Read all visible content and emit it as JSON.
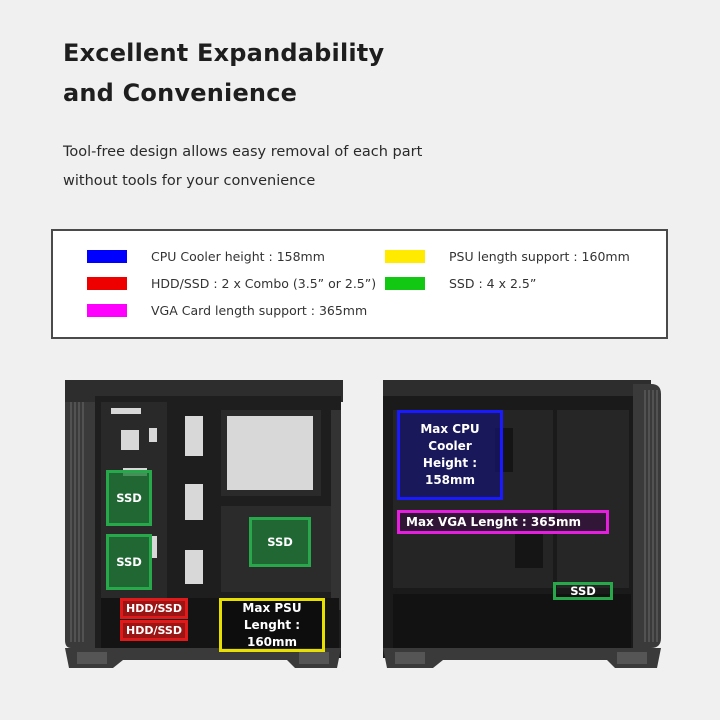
{
  "heading": {
    "line1": "Excellent Expandability",
    "line2": "and Convenience"
  },
  "description": {
    "line1": "Tool-free design allows easy removal of each part",
    "line2": "without tools for your convenience"
  },
  "legend": {
    "items": [
      {
        "color": "#0000ff",
        "label": "CPU Cooler height : 158mm"
      },
      {
        "color": "#ee0000",
        "label": "HDD/SSD : 2 x Combo (3.5” or 2.5”)"
      },
      {
        "color": "#ff00ff",
        "label": "VGA Card length support : 365mm"
      },
      {
        "color": "#ffea00",
        "label": "PSU length support : 160mm"
      },
      {
        "color": "#12c812",
        "label": "SSD : 4 x 2.5”"
      }
    ]
  },
  "left_case": {
    "ssd1": "SSD",
    "ssd2": "SSD",
    "ssd3": "SSD",
    "hdd1": "HDD/SSD",
    "hdd2": "HDD/SSD",
    "psu_line1": "Max PSU",
    "psu_line2": "Lenght : 160mm"
  },
  "right_case": {
    "cpu_line1": "Max CPU Cooler",
    "cpu_line2": "Height : 158mm",
    "vga": "Max VGA Lenght : 365mm",
    "ssd": "SSD"
  }
}
